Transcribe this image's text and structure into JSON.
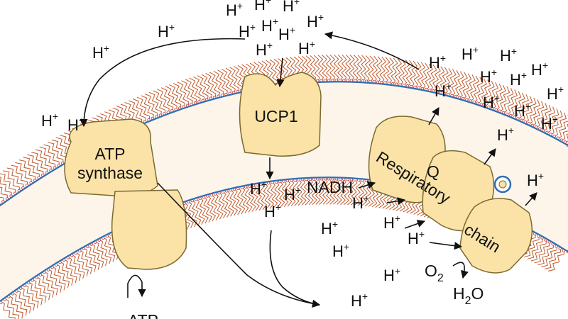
{
  "labels": {
    "atp_synthase_line1": "ATP",
    "atp_synthase_line2": "synthase",
    "ucp1": "UCP1",
    "respiratory_chain_line1": "Respiratory",
    "respiratory_chain_line2": "chain",
    "q": "Q",
    "nadh": "NADH",
    "o2_base": "O",
    "o2_sub": "2",
    "h2o_h": "H",
    "h2o_sub": "2",
    "h2o_o": "O",
    "atp_bottom": "ATP",
    "proton": "H",
    "proton_charge": "+"
  },
  "colors": {
    "protein_fill": "#fbe3a8",
    "protein_stroke": "#7a6a30",
    "membrane_edge": "#2f6fb3",
    "lipid_tail": "#c0592a",
    "lipid_head": "#d04040"
  }
}
